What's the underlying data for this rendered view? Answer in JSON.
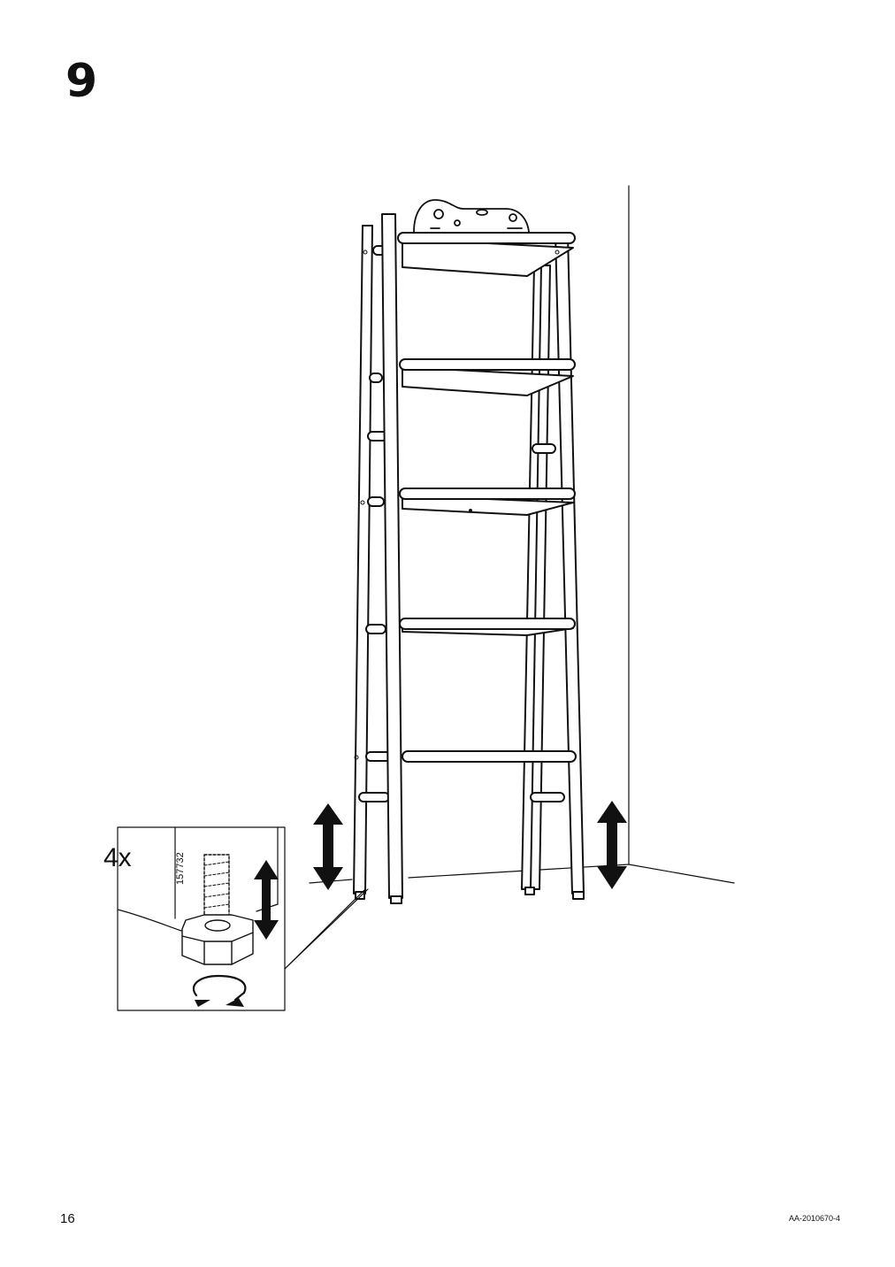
{
  "step": {
    "number": "9"
  },
  "detail": {
    "quantity": "4x",
    "part_number": "157732"
  },
  "footer": {
    "page_number": "16",
    "document_code": "AA-2010670-4"
  },
  "icons": {
    "shelf": "ladder-shelf-icon",
    "level": "spirit-level-icon",
    "adjust_left": "double-arrow-vertical-icon",
    "adjust_right": "double-arrow-vertical-icon",
    "rotate": "rotate-arrows-icon",
    "foot": "adjustable-foot-icon"
  }
}
